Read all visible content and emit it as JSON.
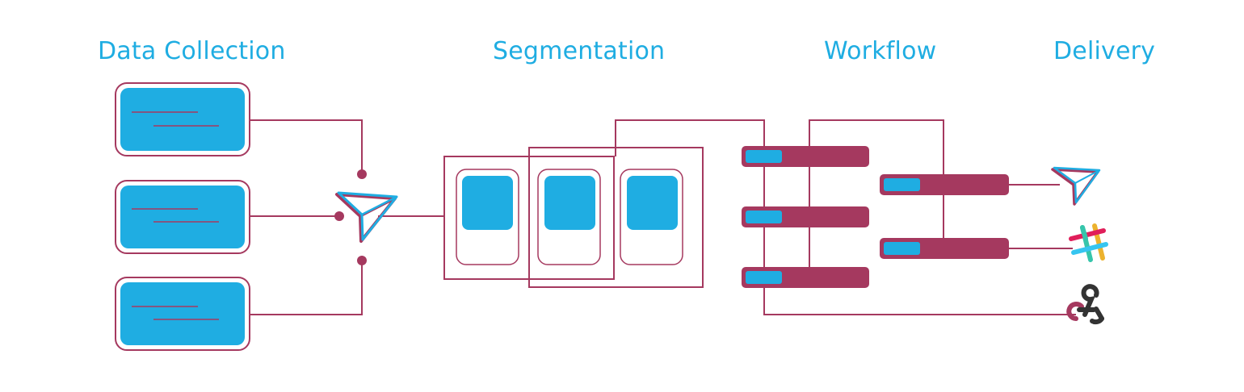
{
  "stages": [
    {
      "id": "data-collection",
      "title": "Data Collection"
    },
    {
      "id": "segmentation",
      "title": "Segmentation"
    },
    {
      "id": "workflow",
      "title": "Workflow"
    },
    {
      "id": "delivery",
      "title": "Delivery"
    }
  ],
  "delivery_channels": [
    {
      "name": "send-icon"
    },
    {
      "name": "slack-icon"
    },
    {
      "name": "webhook-icon"
    }
  ],
  "colors": {
    "accent_blue": "#1fade2",
    "accent_plum": "#a5395f",
    "background": "#ffffff",
    "slack_teal": "#36c5ab",
    "slack_yellow": "#ecb22e",
    "slack_pink": "#e01e5a",
    "slack_blue": "#36c5f0"
  }
}
